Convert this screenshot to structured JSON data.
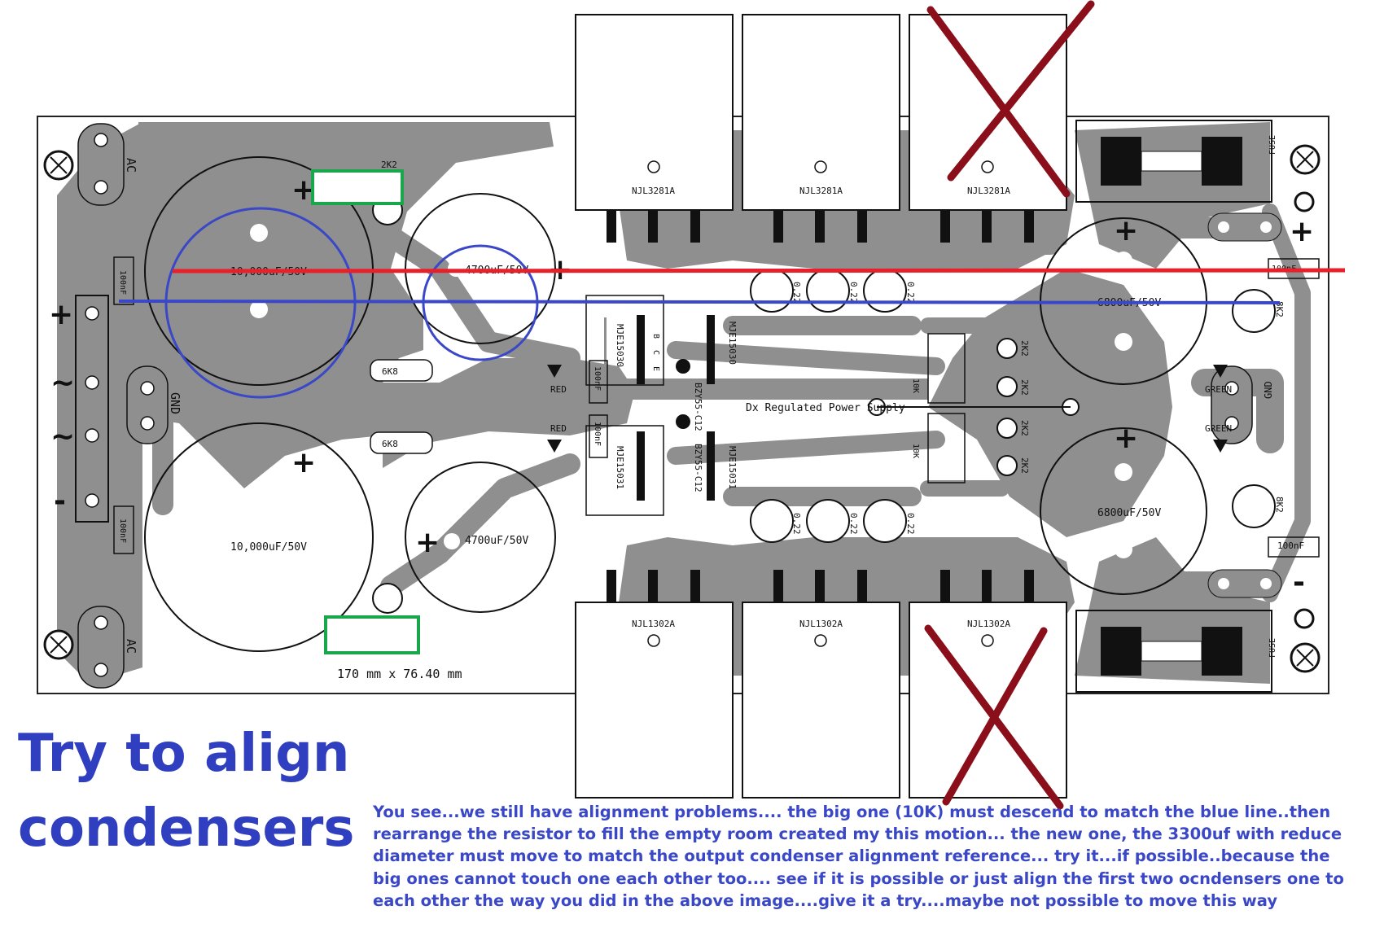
{
  "heading": "Try to align condensers",
  "note": "You see...we still have alignment problems.... the big one (10K) must descend to match the blue line..then rearrange the resistor to fill the empty room created my this motion... the new one, the 3300uf with reduce diameter must move to match the output condenser alignment reference... try it...if possible..because the big ones cannot touch one each other too.... see if it is possible or just align the first two ocndensers one to each other the way you did in the above image....give it a try....maybe not possible to move this way",
  "pcb": {
    "board_size": "170 mm x 76.40 mm",
    "power_supply_label": "Dx Regulated Power Supply",
    "big_caps": [
      "10,000uF/50V",
      "10,000uF/50V"
    ],
    "mid_caps": [
      "4700uF/50V",
      "4700uF/50V"
    ],
    "output_caps": [
      "6800uF/50V",
      "6800uF/50V"
    ],
    "top_transistors": [
      "NJL3281A",
      "NJL3281A",
      "NJL3281A"
    ],
    "bottom_transistors": [
      "NJL1302A",
      "NJL1302A",
      "NJL1302A"
    ],
    "drivers": [
      "MJE15030",
      "MJE15030",
      "MJE15031",
      "MJE15031"
    ],
    "zeners": [
      "BZY55-C12",
      "BZY55-C12"
    ],
    "emitter_resistors": [
      "0.22",
      "0.22",
      "0.22",
      "0.22",
      "0.22",
      "0.22"
    ],
    "resistors": [
      "2K2",
      "6K8",
      "6K8",
      "2K2",
      "2K2",
      "2K2",
      "2K2",
      "8K2",
      "8K2"
    ],
    "trimmers": [
      "10K",
      "10K"
    ],
    "small_caps": [
      "100nF",
      "100nF",
      "100nF",
      "100nF",
      "100nF",
      "100nF"
    ],
    "leds": [
      "RED",
      "RED",
      "GREEN",
      "GREEN"
    ],
    "terminals": [
      "AC",
      "AC",
      "GND",
      "GND",
      "FUSE",
      "FUSE"
    ],
    "pin_labels": [
      "B",
      "C",
      "E"
    ],
    "polarity_marks": [
      "+",
      "~",
      "~",
      "-",
      "+",
      "-"
    ]
  },
  "annotations": {
    "red_line_color": "#e8202a",
    "blue_line_color": "#3a48c8",
    "cross_color": "#8a0f1a",
    "highlight_color": "#1aa64a"
  }
}
